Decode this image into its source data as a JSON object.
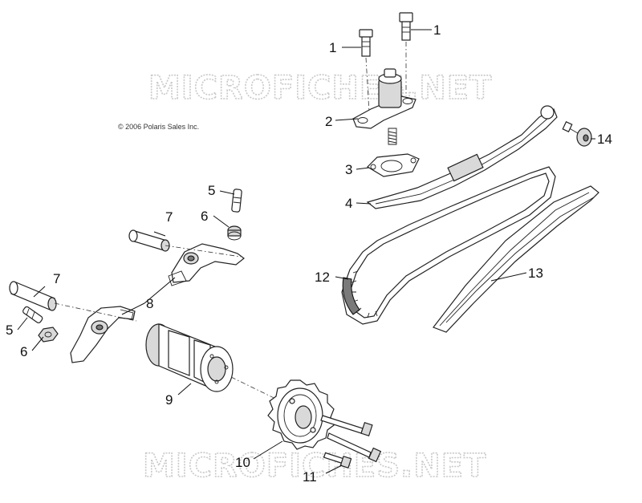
{
  "copyright": "© 2006 Polaris Sales Inc.",
  "watermark": "MICROFICHES.NET",
  "callouts": [
    {
      "label": "1"
    },
    {
      "label": "1"
    },
    {
      "label": "2"
    },
    {
      "label": "3"
    },
    {
      "label": "4"
    },
    {
      "label": "5"
    },
    {
      "label": "5"
    },
    {
      "label": "6"
    },
    {
      "label": "6"
    },
    {
      "label": "7"
    },
    {
      "label": "7"
    },
    {
      "label": "8"
    },
    {
      "label": "9"
    },
    {
      "label": "10"
    },
    {
      "label": "11"
    },
    {
      "label": "12"
    },
    {
      "label": "13"
    },
    {
      "label": "14"
    }
  ]
}
